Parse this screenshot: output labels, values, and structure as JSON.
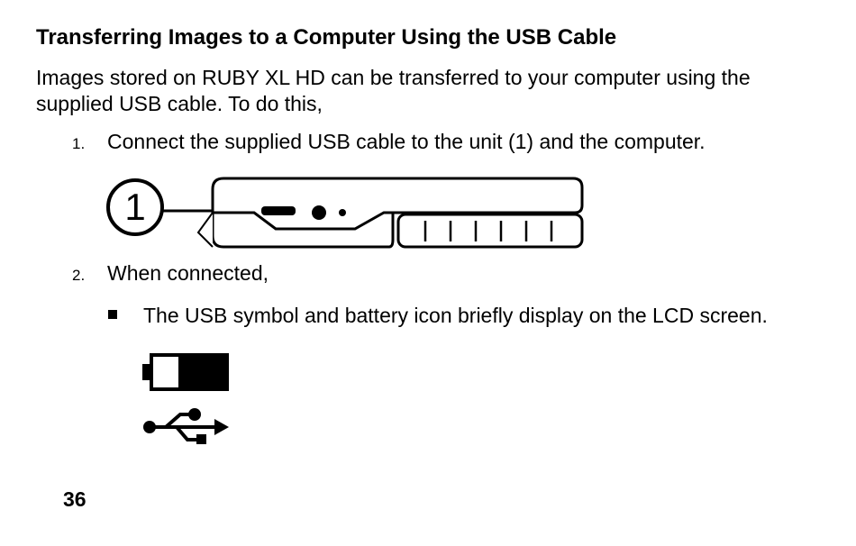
{
  "heading": "Transferring Images to a Computer Using the USB Cable",
  "intro": "Images stored on RUBY XL HD can be transferred to your computer using the supplied USB cable. To do this,",
  "steps": [
    {
      "number": "1.",
      "text": "Connect the supplied USB cable to the unit (1) and the computer."
    },
    {
      "number": "2.",
      "text": "When connected,"
    }
  ],
  "bullets": [
    {
      "text": "The USB symbol and battery icon briefly display on the LCD screen."
    }
  ],
  "figure": {
    "callout": "1"
  },
  "icons": {
    "battery": "battery-low-icon",
    "usb": "usb-icon"
  },
  "page_number": "36"
}
